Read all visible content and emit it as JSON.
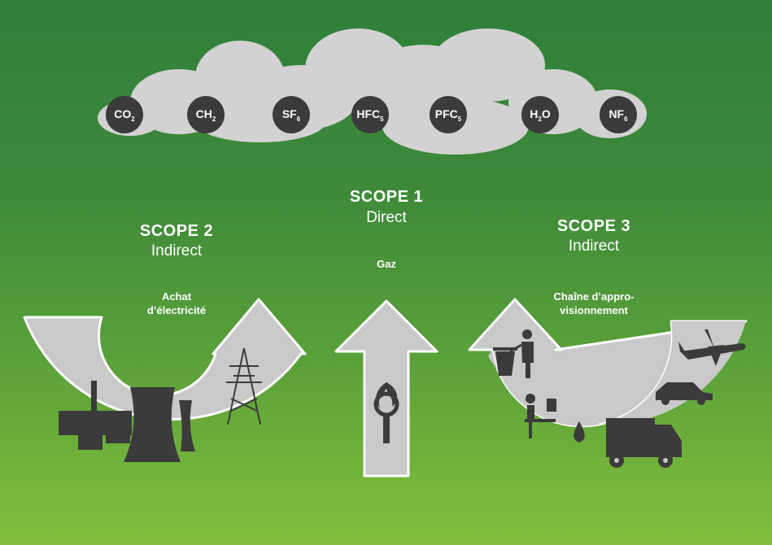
{
  "gases": [
    {
      "base": "CO",
      "sub": "2"
    },
    {
      "base": "CH",
      "sub": "2"
    },
    {
      "base": "SF",
      "sub": "6"
    },
    {
      "base": "HFC",
      "sub": "5"
    },
    {
      "base": "PFC",
      "sub": "5"
    },
    {
      "base": "H",
      "sub": "2",
      "tail": "O"
    },
    {
      "base": "NF",
      "sub": "6"
    }
  ],
  "scope1": {
    "title": "SCOPE 1",
    "subtitle": "Direct",
    "note": "Gaz"
  },
  "scope2": {
    "title": "SCOPE 2",
    "subtitle": "Indirect",
    "note_line1": "Achat",
    "note_line2": "d’électricité"
  },
  "scope3": {
    "title": "SCOPE 3",
    "subtitle": "Indirect",
    "note_line1": "Chaîne d’appro-",
    "note_line2": "visionnement"
  },
  "icons": [
    "cloud-icon",
    "factory-icon",
    "cooling-tower-icon",
    "power-pylon-icon",
    "flame-wrench-icon",
    "trash-bin-icon",
    "office-worker-icon",
    "water-drop-icon",
    "truck-icon",
    "car-icon",
    "airplane-icon"
  ],
  "colors": {
    "background_top": "#2f7f3a",
    "background_bottom": "#82bf3c",
    "cloud": "#d2d2d2",
    "arrow_fill": "#c9c9c9",
    "icon": "#3b3b3b",
    "text": "#ffffff"
  }
}
